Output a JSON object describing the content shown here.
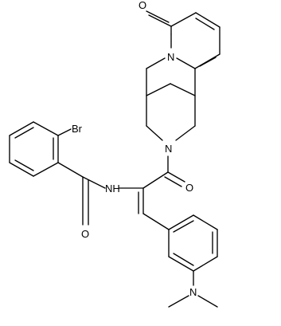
{
  "molecule": {
    "atoms": {
      "bromine": "Br",
      "amide_nitrogen": "NH",
      "amide_oxygen": "O",
      "ketone_oxygen": "O",
      "ring_nitrogen_pyridinone": "N",
      "ring_nitrogen_bicyclic": "N",
      "pyridinone_oxygen": "O",
      "dimethylamino_nitrogen": "N"
    }
  }
}
